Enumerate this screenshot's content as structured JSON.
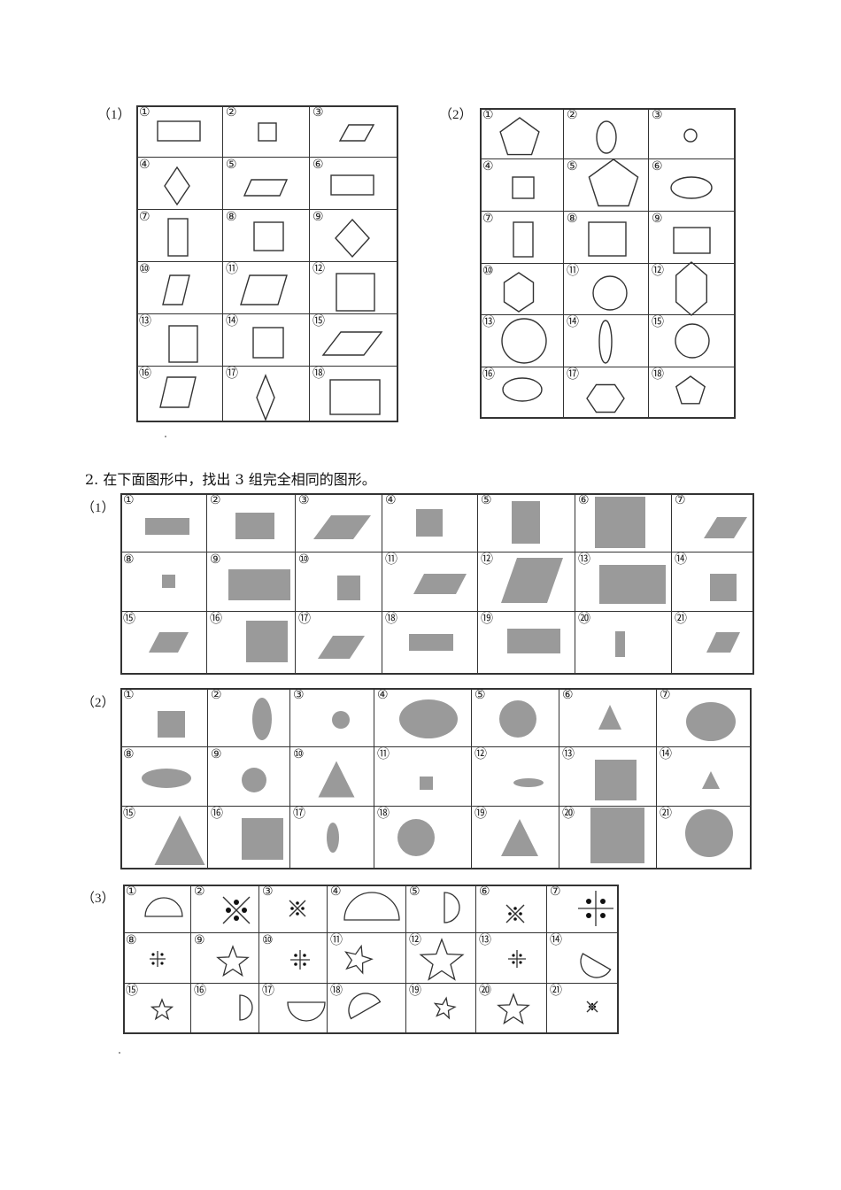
{
  "section1": {
    "part1": {
      "label": "（1）",
      "cells": [
        {
          "num": "①",
          "shape": "rectangle"
        },
        {
          "num": "②",
          "shape": "small-square"
        },
        {
          "num": "③",
          "shape": "parallelogram"
        },
        {
          "num": "④",
          "shape": "rhombus"
        },
        {
          "num": "⑤",
          "shape": "parallelogram"
        },
        {
          "num": "⑥",
          "shape": "rectangle"
        },
        {
          "num": "⑦",
          "shape": "tall-rectangle"
        },
        {
          "num": "⑧",
          "shape": "square"
        },
        {
          "num": "⑨",
          "shape": "rhombus"
        },
        {
          "num": "⑩",
          "shape": "tall-parallelogram"
        },
        {
          "num": "⑪",
          "shape": "parallelogram"
        },
        {
          "num": "⑫",
          "shape": "large-square"
        },
        {
          "num": "⑬",
          "shape": "tall-rectangle"
        },
        {
          "num": "⑭",
          "shape": "square"
        },
        {
          "num": "⑮",
          "shape": "flat-parallelogram"
        },
        {
          "num": "⑯",
          "shape": "parallelogram"
        },
        {
          "num": "⑰",
          "shape": "narrow-rhombus"
        },
        {
          "num": "⑱",
          "shape": "rectangle"
        }
      ]
    },
    "part2": {
      "label": "（2）",
      "cells": [
        {
          "num": "①",
          "shape": "pentagon"
        },
        {
          "num": "②",
          "shape": "vertical-ellipse"
        },
        {
          "num": "③",
          "shape": "small-circle"
        },
        {
          "num": "④",
          "shape": "small-square"
        },
        {
          "num": "⑤",
          "shape": "large-pentagon"
        },
        {
          "num": "⑥",
          "shape": "horizontal-ellipse"
        },
        {
          "num": "⑦",
          "shape": "tall-rectangle"
        },
        {
          "num": "⑧",
          "shape": "square"
        },
        {
          "num": "⑨",
          "shape": "rectangle"
        },
        {
          "num": "⑩",
          "shape": "hexagon"
        },
        {
          "num": "⑪",
          "shape": "circle"
        },
        {
          "num": "⑫",
          "shape": "large-hexagon"
        },
        {
          "num": "⑬",
          "shape": "large-circle"
        },
        {
          "num": "⑭",
          "shape": "narrow-ellipse"
        },
        {
          "num": "⑮",
          "shape": "circle"
        },
        {
          "num": "⑯",
          "shape": "horizontal-ellipse"
        },
        {
          "num": "⑰",
          "shape": "flat-hexagon"
        },
        {
          "num": "⑱",
          "shape": "small-pentagon"
        }
      ]
    }
  },
  "section2": {
    "heading": "2. 在下面图形中，找出 3 组完全相同的图形。",
    "part1": {
      "label": "（1）",
      "cells": [
        {
          "num": "①",
          "shape": "rectangle"
        },
        {
          "num": "②",
          "shape": "rectangle"
        },
        {
          "num": "③",
          "shape": "parallelogram"
        },
        {
          "num": "④",
          "shape": "square"
        },
        {
          "num": "⑤",
          "shape": "tall-rectangle"
        },
        {
          "num": "⑥",
          "shape": "large-square"
        },
        {
          "num": "⑦",
          "shape": "parallelogram"
        },
        {
          "num": "⑧",
          "shape": "tiny-square"
        },
        {
          "num": "⑨",
          "shape": "large-rectangle"
        },
        {
          "num": "⑩",
          "shape": "square"
        },
        {
          "num": "⑪",
          "shape": "parallelogram"
        },
        {
          "num": "⑫",
          "shape": "large-parallelogram"
        },
        {
          "num": "⑬",
          "shape": "large-rectangle"
        },
        {
          "num": "⑭",
          "shape": "square"
        },
        {
          "num": "⑮",
          "shape": "parallelogram"
        },
        {
          "num": "⑯",
          "shape": "large-square"
        },
        {
          "num": "⑰",
          "shape": "parallelogram"
        },
        {
          "num": "⑱",
          "shape": "rectangle"
        },
        {
          "num": "⑲",
          "shape": "rectangle"
        },
        {
          "num": "⑳",
          "shape": "thin-rectangle"
        },
        {
          "num": "㉑",
          "shape": "parallelogram"
        }
      ]
    },
    "part2": {
      "label": "（2）",
      "cells": [
        {
          "num": "①",
          "shape": "square"
        },
        {
          "num": "②",
          "shape": "vertical-ellipse"
        },
        {
          "num": "③",
          "shape": "small-circle"
        },
        {
          "num": "④",
          "shape": "large-ellipse"
        },
        {
          "num": "⑤",
          "shape": "circle"
        },
        {
          "num": "⑥",
          "shape": "triangle"
        },
        {
          "num": "⑦",
          "shape": "large-ellipse"
        },
        {
          "num": "⑧",
          "shape": "horizontal-ellipse"
        },
        {
          "num": "⑨",
          "shape": "circle"
        },
        {
          "num": "⑩",
          "shape": "triangle"
        },
        {
          "num": "⑪",
          "shape": "tiny-square"
        },
        {
          "num": "⑫",
          "shape": "small-ellipse"
        },
        {
          "num": "⑬",
          "shape": "square"
        },
        {
          "num": "⑭",
          "shape": "small-triangle"
        },
        {
          "num": "⑮",
          "shape": "large-triangle"
        },
        {
          "num": "⑯",
          "shape": "square"
        },
        {
          "num": "⑰",
          "shape": "narrow-ellipse"
        },
        {
          "num": "⑱",
          "shape": "circle"
        },
        {
          "num": "⑲",
          "shape": "triangle"
        },
        {
          "num": "⑳",
          "shape": "large-square"
        },
        {
          "num": "㉑",
          "shape": "large-circle"
        }
      ]
    },
    "part3": {
      "label": "（3）",
      "cells": [
        {
          "num": "①",
          "shape": "semicircle-up"
        },
        {
          "num": "②",
          "shape": "large-x-dots"
        },
        {
          "num": "③",
          "shape": "small-x-dots"
        },
        {
          "num": "④",
          "shape": "large-semicircle-up"
        },
        {
          "num": "⑤",
          "shape": "semicircle-left"
        },
        {
          "num": "⑥",
          "shape": "small-x-dots"
        },
        {
          "num": "⑦",
          "shape": "large-plus-dots"
        },
        {
          "num": "⑧",
          "shape": "small-plus-dots"
        },
        {
          "num": "⑨",
          "shape": "star"
        },
        {
          "num": "⑩",
          "shape": "plus-dots"
        },
        {
          "num": "⑪",
          "shape": "tilted-star"
        },
        {
          "num": "⑫",
          "shape": "large-star"
        },
        {
          "num": "⑬",
          "shape": "plus-dots"
        },
        {
          "num": "⑭",
          "shape": "semicircle-tilted"
        },
        {
          "num": "⑮",
          "shape": "small-star"
        },
        {
          "num": "⑯",
          "shape": "small-semicircle-left"
        },
        {
          "num": "⑰",
          "shape": "semicircle-down"
        },
        {
          "num": "⑱",
          "shape": "semicircle-tilted"
        },
        {
          "num": "⑲",
          "shape": "small-tilted-star"
        },
        {
          "num": "⑳",
          "shape": "star"
        },
        {
          "num": "㉑",
          "shape": "tiny-x-dots"
        }
      ]
    }
  }
}
